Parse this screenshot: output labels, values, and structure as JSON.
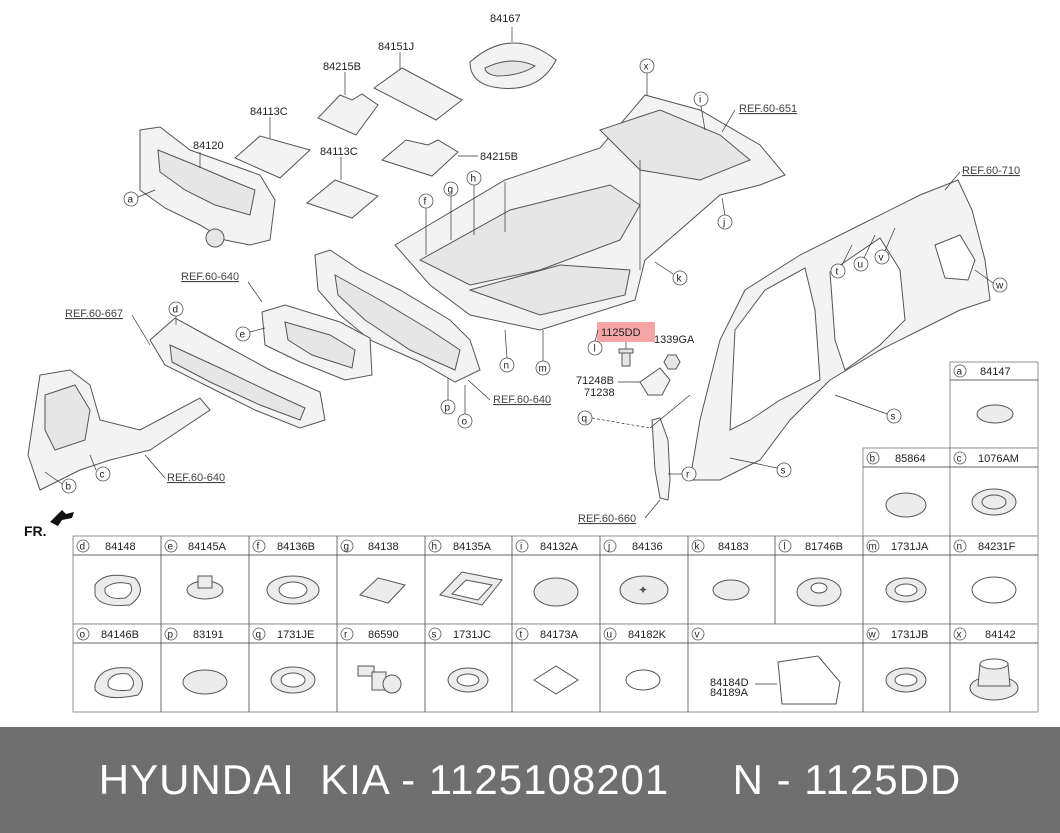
{
  "diagram": {
    "top_parts": {
      "p84167": "84167",
      "p84151J": "84151J",
      "p84215B_a": "84215B",
      "p84113C_a": "84113C",
      "p84120": "84120",
      "p84113C_b": "84113C",
      "p84215B_b": "84215B",
      "p1125DD": "1125DD",
      "p1339GA": "1339GA",
      "p71248B": "71248B",
      "p71238": "71238"
    },
    "refs": {
      "ref_651": "REF.60-651",
      "ref_710": "REF.60-710",
      "ref_640_a": "REF.60-640",
      "ref_667": "REF.60-667",
      "ref_640_b": "REF.60-640",
      "ref_640_c": "REF.60-640",
      "ref_660": "REF.60-660"
    },
    "fr_label": "FR.",
    "callout_letters": [
      "a",
      "b",
      "c",
      "d",
      "e",
      "f",
      "g",
      "h",
      "i",
      "j",
      "k",
      "l",
      "m",
      "n",
      "o",
      "p",
      "q",
      "r",
      "s",
      "s",
      "t",
      "u",
      "v",
      "w",
      "x"
    ],
    "highlight_color": "#f08080"
  },
  "legend": {
    "right_column": [
      {
        "letter": "a",
        "part": "84147"
      }
    ],
    "row_b_c": [
      {
        "letter": "b",
        "part": "85864"
      },
      {
        "letter": "c",
        "part": "1076AM"
      }
    ],
    "row1": [
      {
        "letter": "d",
        "part": "84148"
      },
      {
        "letter": "e",
        "part": "84145A"
      },
      {
        "letter": "f",
        "part": "84136B"
      },
      {
        "letter": "g",
        "part": "84138"
      },
      {
        "letter": "h",
        "part": "84135A"
      },
      {
        "letter": "i",
        "part": "84132A"
      },
      {
        "letter": "j",
        "part": "84136"
      },
      {
        "letter": "k",
        "part": "84183"
      },
      {
        "letter": "l",
        "part": "81746B"
      },
      {
        "letter": "m",
        "part": "1731JA"
      },
      {
        "letter": "n",
        "part": "84231F"
      }
    ],
    "row2": [
      {
        "letter": "o",
        "part": "84146B"
      },
      {
        "letter": "p",
        "part": "83191"
      },
      {
        "letter": "q",
        "part": "1731JE"
      },
      {
        "letter": "r",
        "part": "86590"
      },
      {
        "letter": "s",
        "part": "1731JC"
      },
      {
        "letter": "t",
        "part": "84173A"
      },
      {
        "letter": "u",
        "part": "84182K"
      },
      {
        "letter": "v",
        "part": ""
      },
      {
        "letter": "w",
        "part": "1731JB"
      },
      {
        "letter": "x",
        "part": "84142"
      }
    ],
    "v_parts": {
      "line1": "84184D",
      "line2": "84189A"
    }
  },
  "footer": {
    "text": "HYUNDAI  KIA - 1125108201     N - 1125DD",
    "background": "#6f6f6f"
  }
}
